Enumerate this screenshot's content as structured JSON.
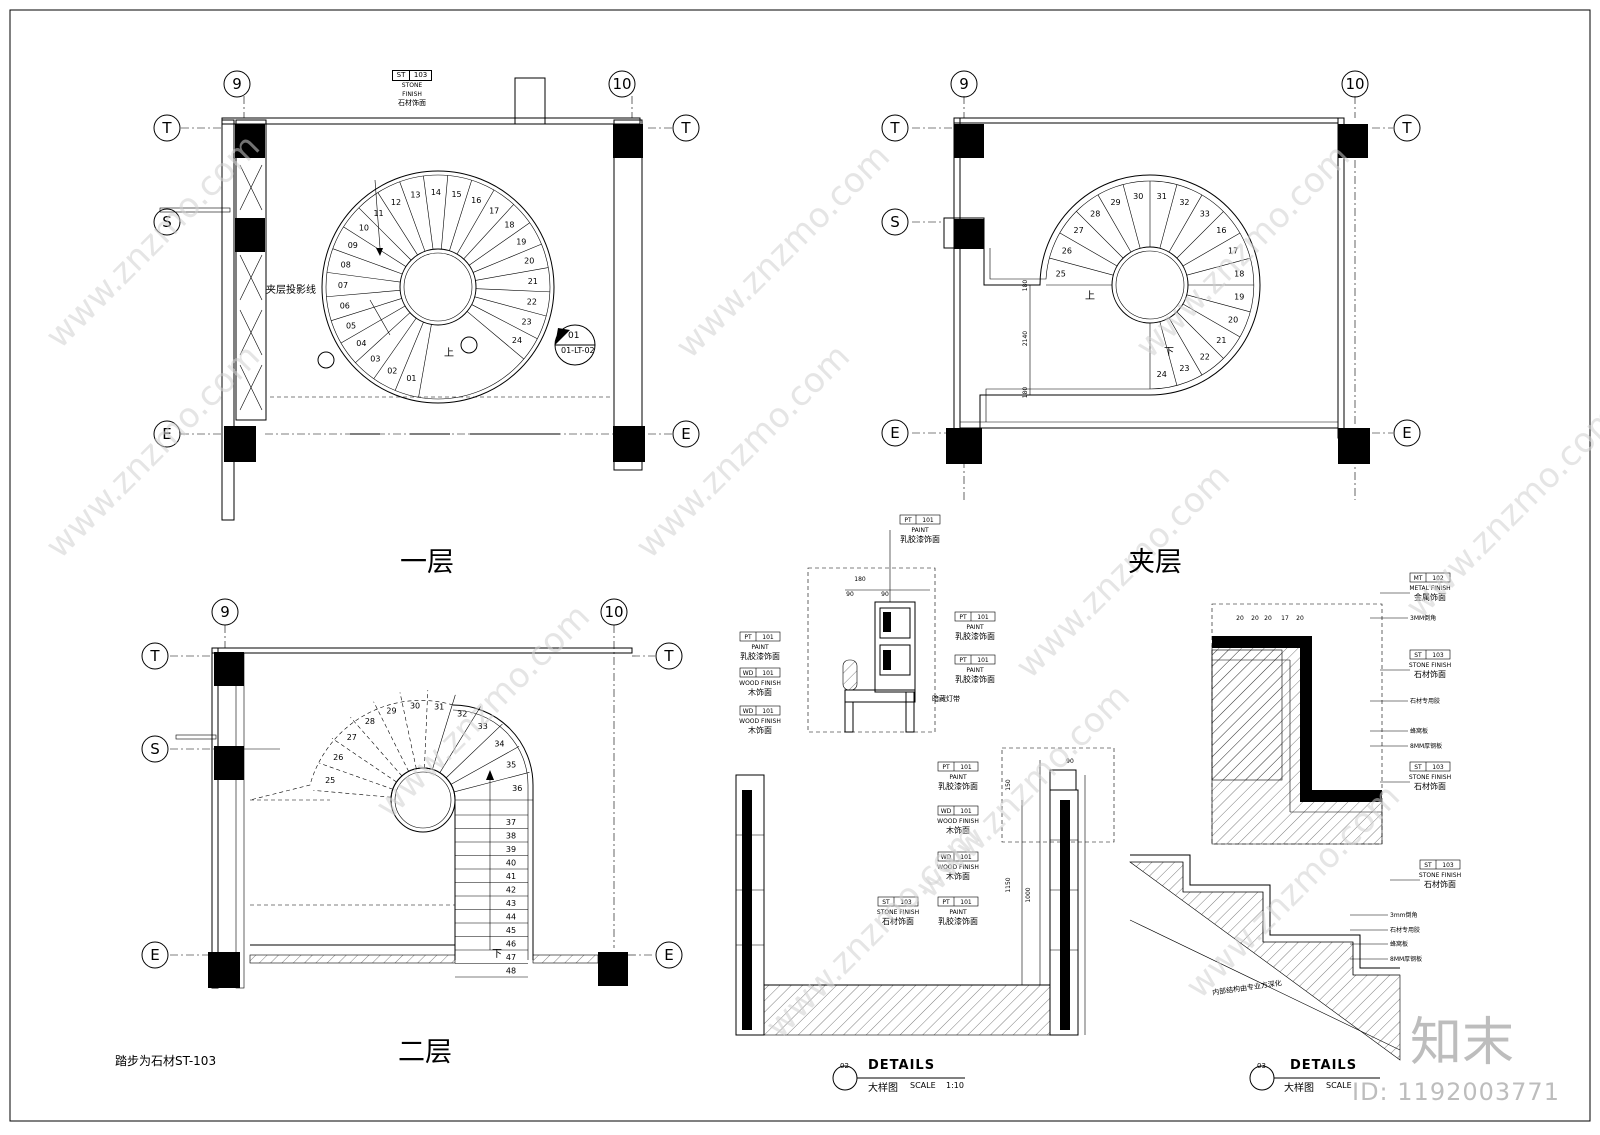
{
  "plans": {
    "floor1": {
      "title": "一层",
      "grid_cols": [
        "9",
        "10"
      ],
      "grid_rows": [
        "T",
        "S",
        "E"
      ],
      "mezz_projection": "夹层投影线",
      "finish_tag": {
        "code": "ST",
        "num": "103",
        "en": "STONE FINISH",
        "cn": "石材饰面"
      },
      "up_label": "上",
      "section_ref": {
        "top": "01",
        "bottom": "01-LT-02"
      },
      "steps": [
        "01",
        "02",
        "03",
        "04",
        "05",
        "06",
        "07",
        "08",
        "09",
        "10",
        "11",
        "12",
        "13",
        "14",
        "15",
        "16",
        "17",
        "18",
        "19",
        "20",
        "21",
        "22",
        "23",
        "24"
      ]
    },
    "mezzanine": {
      "title": "夹层",
      "grid_cols": [
        "9",
        "10"
      ],
      "grid_rows": [
        "T",
        "S",
        "E"
      ],
      "up_label": "上",
      "down_label": "下",
      "dims": [
        "180",
        "2140",
        "180"
      ],
      "steps": [
        "16",
        "17",
        "18",
        "19",
        "20",
        "21",
        "22",
        "23",
        "24",
        "25",
        "26",
        "27",
        "28",
        "29",
        "30",
        "31",
        "32",
        "33"
      ]
    },
    "floor2": {
      "title": "二层",
      "grid_cols": [
        "9",
        "10"
      ],
      "grid_rows": [
        "T",
        "S",
        "E"
      ],
      "down_label": "下",
      "note": "踏步为石材ST-103",
      "steps": [
        "25",
        "26",
        "27",
        "28",
        "29",
        "30",
        "31",
        "32",
        "33",
        "34",
        "35",
        "36",
        "37",
        "38",
        "39",
        "40",
        "41",
        "42",
        "43",
        "44",
        "45",
        "46",
        "47",
        "48"
      ]
    }
  },
  "detail02": {
    "title": "DETAILS",
    "subtitle": "大样图",
    "scale_label": "SCALE",
    "scale": "1:10",
    "ref": "02",
    "tags": [
      {
        "code": "PT",
        "num": "101",
        "en": "PAINT",
        "cn": "乳胶漆饰面"
      },
      {
        "code": "PT",
        "num": "101",
        "en": "PAINT",
        "cn": "乳胶漆饰面"
      },
      {
        "code": "PT",
        "num": "101",
        "en": "PAINT",
        "cn": "乳胶漆饰面"
      },
      {
        "code": "PT",
        "num": "101",
        "en": "PAINT",
        "cn": "乳胶漆饰面"
      },
      {
        "code": "WD",
        "num": "101",
        "en": "WOOD FINISH",
        "cn": "木饰面"
      },
      {
        "code": "WD",
        "num": "101",
        "en": "WOOD FINISH",
        "cn": "木饰面"
      },
      {
        "code": "PT",
        "num": "101",
        "en": "PAINT",
        "cn": "乳胶漆饰面"
      },
      {
        "code": "WD",
        "num": "101",
        "en": "WOOD FINISH",
        "cn": "木饰面"
      },
      {
        "code": "WD",
        "num": "101",
        "en": "WOOD FINISH",
        "cn": "木饰面"
      },
      {
        "code": "PT",
        "num": "101",
        "en": "PAINT",
        "cn": "乳胶漆饰面"
      },
      {
        "code": "ST",
        "num": "103",
        "en": "STONE FINISH",
        "cn": "石材饰面"
      }
    ],
    "hidden_light": "暗藏灯带",
    "dims": [
      "180",
      "90",
      "90",
      "90",
      "1150",
      "1000",
      "150"
    ]
  },
  "detail03": {
    "title": "DETAILS",
    "subtitle": "大样图",
    "scale_label": "SCALE",
    "ref": "03",
    "tags": [
      {
        "code": "MT",
        "num": "102",
        "en": "METAL FINISH",
        "cn": "金属饰面"
      },
      {
        "code": "ST",
        "num": "103",
        "en": "STONE FINISH",
        "cn": "石材饰面"
      },
      {
        "code": "ST",
        "num": "103",
        "en": "STONE FINISH",
        "cn": "石材饰面"
      },
      {
        "code": "ST",
        "num": "103",
        "en": "STONE FINISH",
        "cn": "石材饰面"
      }
    ],
    "labels": [
      "3MM倒角",
      "石材专用胶",
      "蜂窝板",
      "8MM厚钢板",
      "3mm倒角",
      "石材专用胶",
      "蜂窝板",
      "8MM厚钢板"
    ],
    "inner_note": "内部结构由专业方深化",
    "dims": [
      "20",
      "20",
      "20",
      "17",
      "20"
    ]
  },
  "watermark": {
    "site": "www.znzmo.com",
    "brand": "知末",
    "id": "ID: 1192003771"
  }
}
